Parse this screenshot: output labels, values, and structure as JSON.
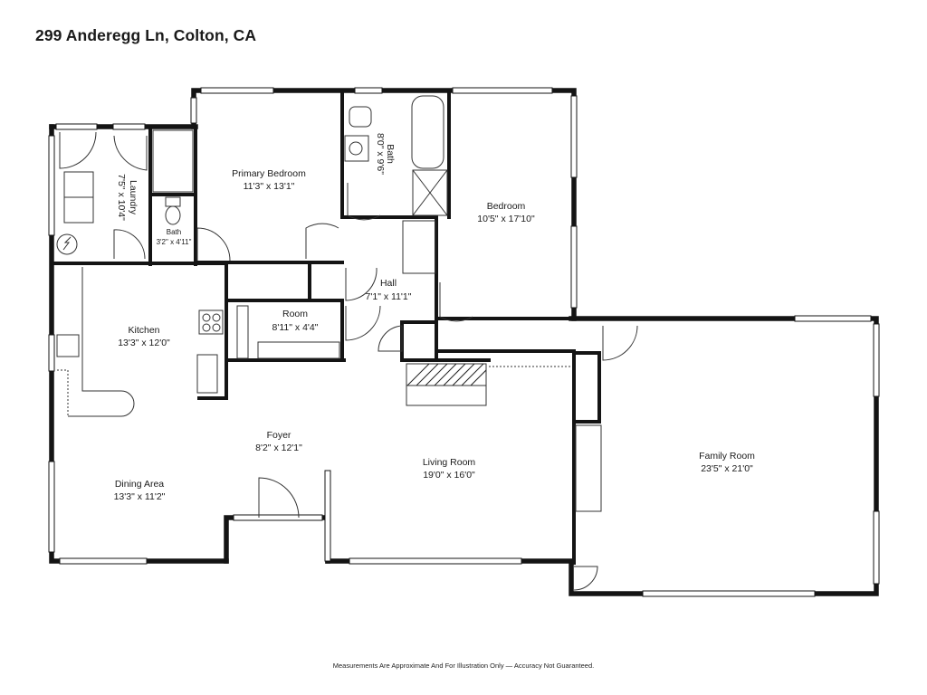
{
  "title": "299 Anderegg Ln, Colton, CA",
  "disclaimer": "Measurements Are Approximate And For Illustration Only — Accuracy Not Guaranteed.",
  "rooms": {
    "laundry": {
      "name": "Laundry",
      "dims": "7'5\" x 10'4\""
    },
    "small_bath": {
      "name": "Bath",
      "dims": "3'2\" x 4'11\""
    },
    "primary_bedroom": {
      "name": "Primary Bedroom",
      "dims": "11'3\" x 13'1\""
    },
    "bath": {
      "name": "Bath",
      "dims": "8'0\" x 9'6\""
    },
    "bedroom": {
      "name": "Bedroom",
      "dims": "10'5\" x 17'10\""
    },
    "hall": {
      "name": "Hall",
      "dims": "7'1\" x 11'1\""
    },
    "kitchen": {
      "name": "Kitchen",
      "dims": "13'3\" x 12'0\""
    },
    "room": {
      "name": "Room",
      "dims": "8'11\" x 4'4\""
    },
    "foyer": {
      "name": "Foyer",
      "dims": "8'2\" x 12'1\""
    },
    "living_room": {
      "name": "Living Room",
      "dims": "19'0\" x 16'0\""
    },
    "dining_area": {
      "name": "Dining Area",
      "dims": "13'3\" x 11'2\""
    },
    "family_room": {
      "name": "Family Room",
      "dims": "23'5\" x 21'0\""
    }
  }
}
